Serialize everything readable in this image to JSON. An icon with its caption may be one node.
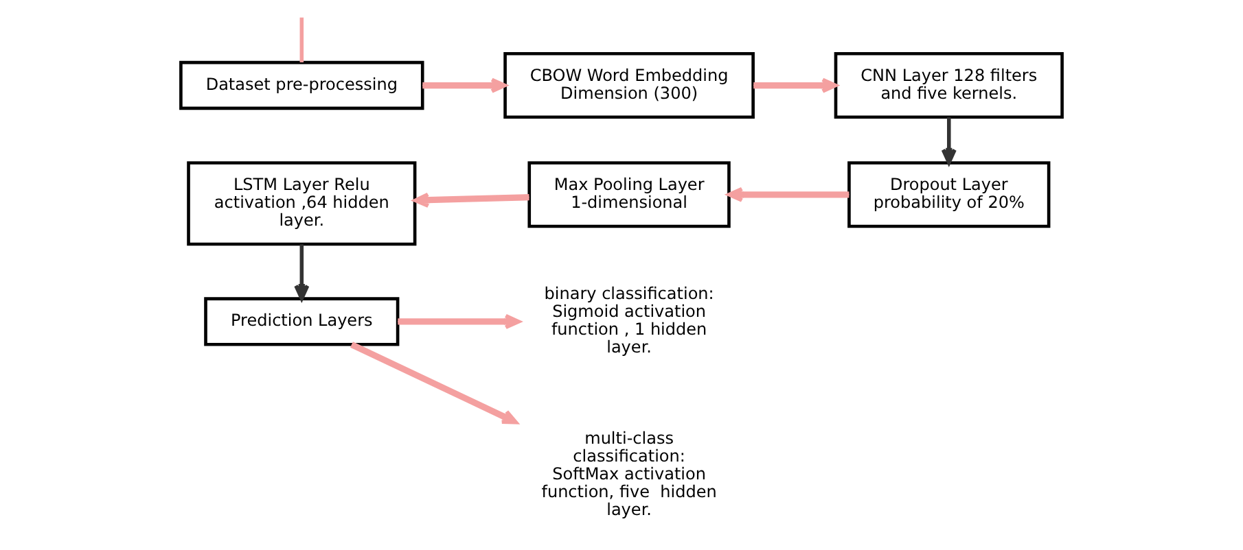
{
  "diagram": {
    "nodes": [
      {
        "text": [
          "Dataset pre-processing"
        ]
      },
      {
        "text": [
          "CBOW Word Embedding Dimension (300)"
        ]
      },
      {
        "text": [
          "CNN Layer 128 filters and five kernels."
        ]
      },
      {
        "text": [
          "Dropout Layer probability of 20%"
        ]
      },
      {
        "text": [
          "Max Pooling Layer 1-dimensional"
        ]
      },
      {
        "text": [
          "LSTM Layer Relu activation ,64 hidden layer."
        ]
      },
      {
        "text": [
          "Prediction Layers"
        ]
      },
      {
        "text": [
          "binary classification: Sigmoid activation function , 1 hidden layer."
        ]
      },
      {
        "text": [
          "multi-class classification: SoftMax activation function, five  hidden layer."
        ]
      }
    ],
    "edges": [
      {
        "from": null,
        "to": 0,
        "arrow": "none"
      },
      {
        "from": 0,
        "to": 1,
        "arrow": "to"
      },
      {
        "from": 1,
        "to": 2,
        "arrow": "to"
      },
      {
        "from": 2,
        "to": 3,
        "arrow": "to",
        "color": "#333333"
      },
      {
        "from": 3,
        "to": 4,
        "arrow": "to"
      },
      {
        "from": 4,
        "to": 5,
        "arrow": "to"
      },
      {
        "from": 5,
        "to": 6,
        "arrow": "to",
        "color": "#333333"
      },
      {
        "from": 6,
        "to": 7,
        "arrow": "to"
      },
      {
        "from": 6,
        "to": 8,
        "arrow": "to"
      }
    ]
  }
}
